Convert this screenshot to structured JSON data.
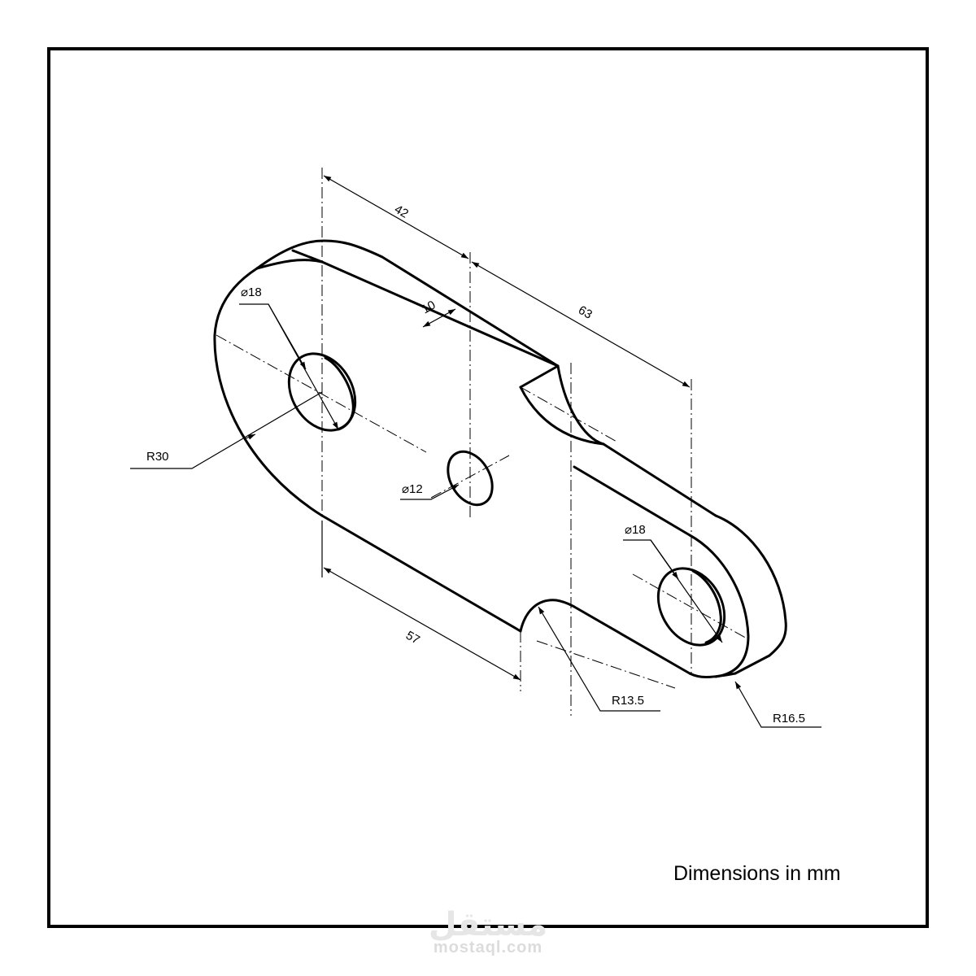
{
  "drawing": {
    "note": "Dimensions in mm",
    "dimensions": {
      "len_42": "42",
      "len_63": "63",
      "len_10": "10",
      "len_57": "57",
      "hole_left": "⌀18",
      "hole_center": "⌀12",
      "hole_right": "⌀18",
      "radius_left": "R30",
      "radius_notch": "R13.5",
      "radius_right": "R16.5"
    }
  },
  "watermark": {
    "arabic": "مستقل",
    "domain": "mostaql.com"
  }
}
